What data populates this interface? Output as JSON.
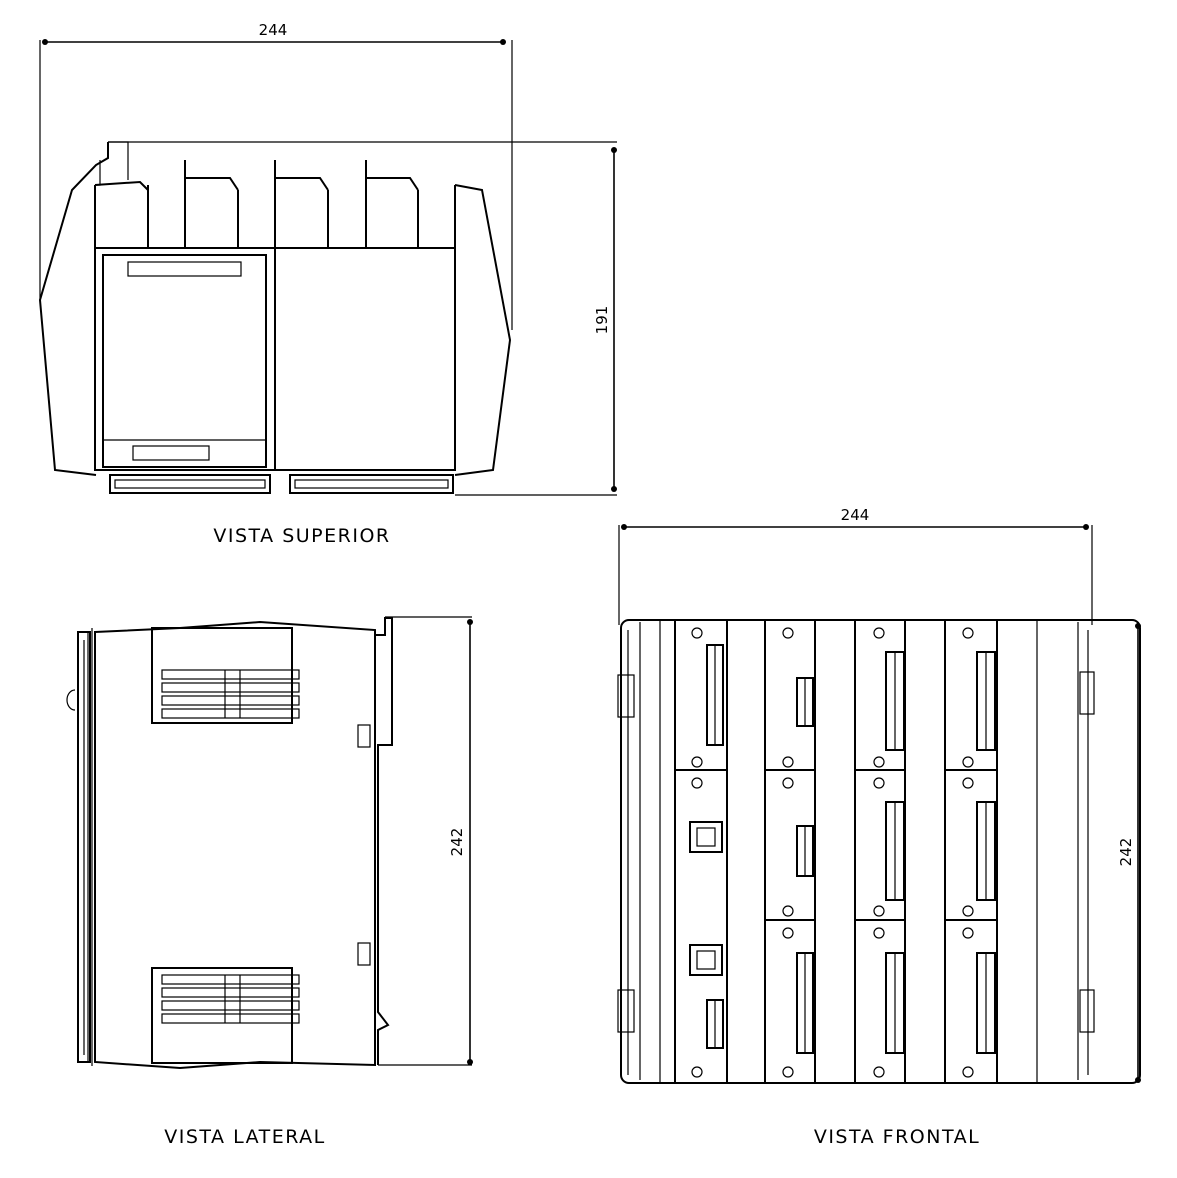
{
  "views": {
    "top": {
      "title": "VISTA SUPERIOR",
      "width_label": "244",
      "depth_label": "191"
    },
    "side": {
      "title": "VISTA LATERAL",
      "height_label": "242"
    },
    "front": {
      "title": "VISTA FRONTAL",
      "width_label": "244",
      "height_label": "242"
    }
  }
}
